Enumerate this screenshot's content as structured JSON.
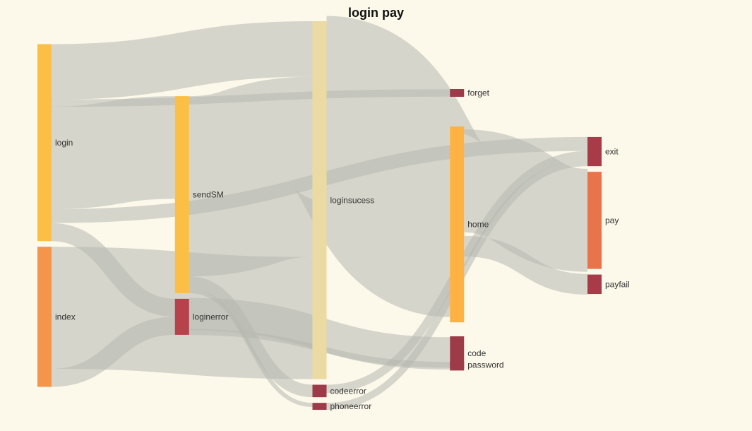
{
  "chart_data": {
    "type": "sankey",
    "title": "login pay",
    "link_color": "#b7b8b0",
    "nodes": [
      {
        "id": "login",
        "label": "login",
        "column": 0,
        "color": "#fbbf45"
      },
      {
        "id": "index",
        "label": "index",
        "column": 0,
        "color": "#f3954b"
      },
      {
        "id": "sendSM",
        "label": "sendSM",
        "column": 1,
        "color": "#fbbf45"
      },
      {
        "id": "loginerror",
        "label": "loginerror",
        "column": 1,
        "color": "#b7424b"
      },
      {
        "id": "loginsucess",
        "label": "loginsucess",
        "column": 2,
        "color": "#ecdaa3"
      },
      {
        "id": "codeerror",
        "label": "codeerror",
        "column": 2,
        "color": "#9d3b48"
      },
      {
        "id": "phoneerror",
        "label": "phoneerror",
        "column": 2,
        "color": "#9d3b48"
      },
      {
        "id": "forget",
        "label": "forget",
        "column": 3,
        "color": "#9d3b48"
      },
      {
        "id": "home",
        "label": "home",
        "column": 3,
        "color": "#feb244"
      },
      {
        "id": "code",
        "label": "code",
        "column": 3,
        "color": "#9d3b48"
      },
      {
        "id": "password",
        "label": "password",
        "column": 3,
        "color": "#9d3b48"
      },
      {
        "id": "exit",
        "label": "exit",
        "column": 4,
        "color": "#a73b48"
      },
      {
        "id": "pay",
        "label": "pay",
        "column": 4,
        "color": "#e8744b"
      },
      {
        "id": "payfail",
        "label": "payfail",
        "column": 4,
        "color": "#a73b48"
      }
    ],
    "links": [
      {
        "source": "login",
        "target": "sendSM",
        "value": 74
      },
      {
        "source": "login",
        "target": "loginsucess",
        "value": 40
      },
      {
        "source": "login",
        "target": "forget",
        "value": 5
      },
      {
        "source": "login",
        "target": "exit",
        "value": 10
      },
      {
        "source": "login",
        "target": "loginerror",
        "value": 13
      },
      {
        "source": "index",
        "target": "loginsucess",
        "value": 88
      },
      {
        "source": "index",
        "target": "loginerror",
        "value": 13
      },
      {
        "source": "sendSM",
        "target": "loginsucess",
        "value": 130
      },
      {
        "source": "sendSM",
        "target": "codeerror",
        "value": 9
      },
      {
        "source": "sendSM",
        "target": "phoneerror",
        "value": 3
      },
      {
        "source": "loginerror",
        "target": "code",
        "value": 22
      },
      {
        "source": "loginerror",
        "target": "password",
        "value": 4
      },
      {
        "source": "loginsucess",
        "target": "home",
        "value": 126
      },
      {
        "source": "codeerror",
        "target": "exit",
        "value": 6
      },
      {
        "source": "phoneerror",
        "target": "exit",
        "value": 5
      },
      {
        "source": "home",
        "target": "pay",
        "value": 70
      },
      {
        "source": "home",
        "target": "payfail",
        "value": 14
      }
    ]
  }
}
